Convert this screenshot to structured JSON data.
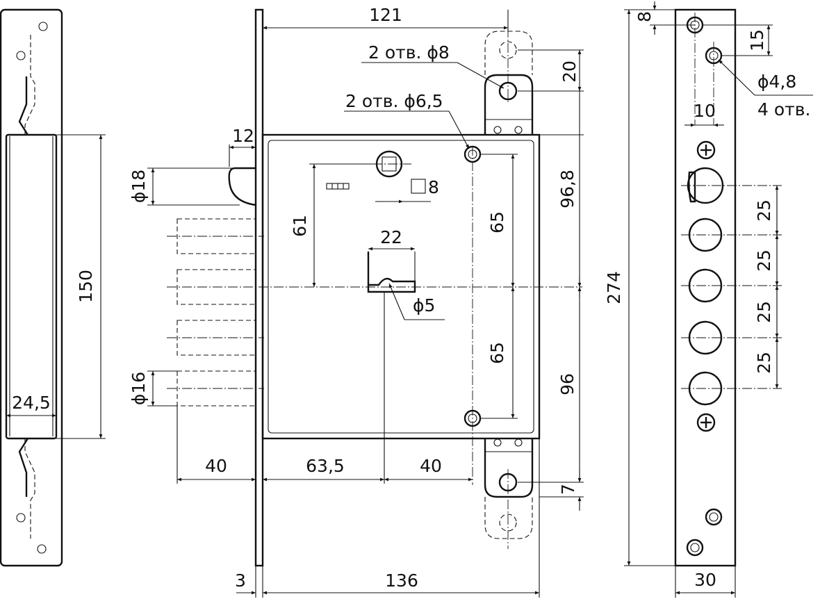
{
  "drawing": {
    "dimensions": {
      "width_121": "121",
      "holes_8": "2 отв. ϕ8",
      "pitch_20": "20",
      "holes_6_5": "2 отв. ϕ6,5",
      "width_12": "12",
      "dia_18": "ϕ18",
      "square_8": "8",
      "height_61": "61",
      "dist_65_top": "65",
      "dist_96_8": "96,8",
      "width_22": "22",
      "dia_5": "ϕ5",
      "dist_65_bottom": "65",
      "dist_96": "96",
      "dia_16": "ϕ16",
      "backset_40": "40",
      "dist_63_5": "63,5",
      "dist_40_right": "40",
      "offset_7": "7",
      "thickness_3": "3",
      "length_136": "136",
      "length_150": "150",
      "width_24_5": "24,5",
      "top_8": "8",
      "pitch_15": "15",
      "dia_4_8": "ϕ4,8",
      "holes_4": "4 отв.",
      "offset_10": "10",
      "pitch_25_a": "25",
      "pitch_25_b": "25",
      "pitch_25_c": "25",
      "pitch_25_d": "25",
      "length_274": "274",
      "width_30": "30"
    }
  }
}
